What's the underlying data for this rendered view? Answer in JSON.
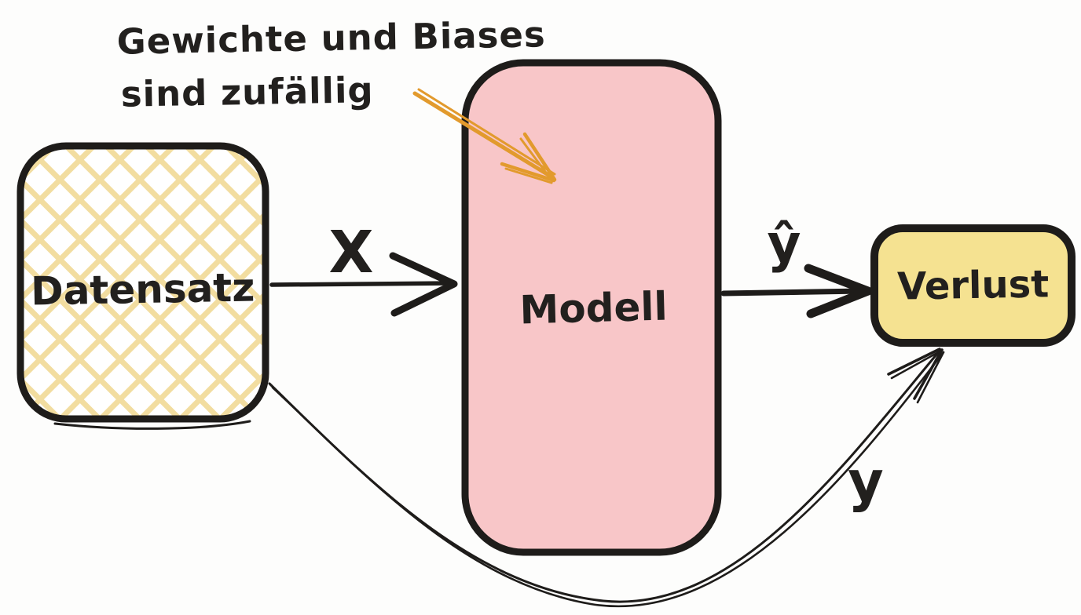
{
  "diagram": {
    "annotation": {
      "text_line1": "Gewichte und Biases",
      "text_line2": "sind zufällig",
      "color": "#e29a2d"
    },
    "nodes": {
      "datensatz": {
        "label": "Datensatz",
        "fill_style": "yellow diagonal crosshatch on white",
        "hatch_color": "#f2dda0",
        "base_fill": "#ffffff"
      },
      "modell": {
        "label": "Modell",
        "fill": "#f8c6c8"
      },
      "verlust": {
        "label": "Verlust",
        "fill": "#f5e291"
      }
    },
    "edges": {
      "x": {
        "label": "X",
        "from": "Datensatz",
        "to": "Modell"
      },
      "y_hat": {
        "label": "ŷ",
        "from": "Modell",
        "to": "Verlust"
      },
      "y": {
        "label": "y",
        "from": "Datensatz",
        "to": "Verlust",
        "style": "curved thin double line"
      }
    },
    "colors": {
      "ink": "#1e1c1a",
      "background": "#fdfdfc"
    }
  }
}
